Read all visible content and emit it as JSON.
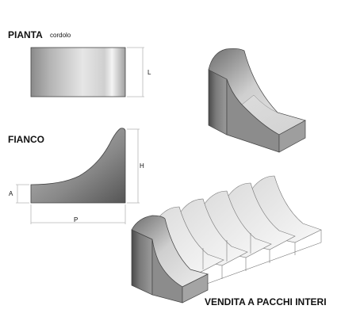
{
  "labels": {
    "pianta": "PIANTA",
    "cordolo": "cordolo",
    "fianco": "FIANCO",
    "vendita": "VENDITA A PACCHI INTERI"
  },
  "dimensions": {
    "l": "L",
    "h": "H",
    "a": "A",
    "p": "P"
  }
}
